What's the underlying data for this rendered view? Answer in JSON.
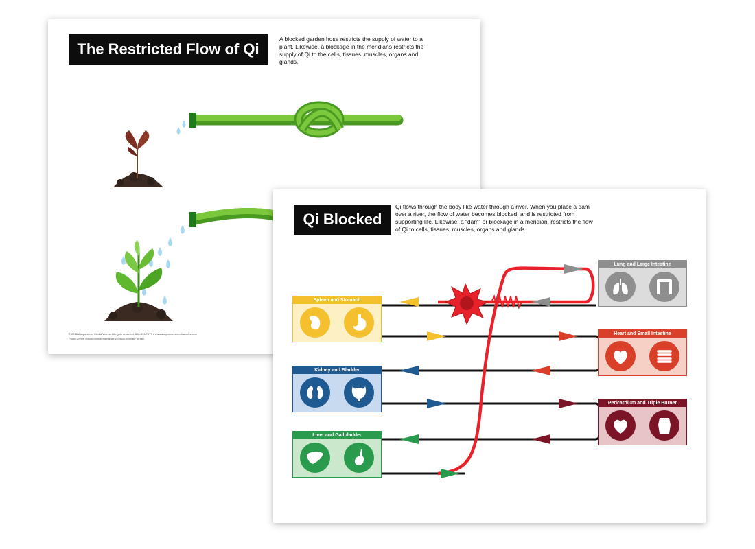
{
  "sheet1": {
    "title": "The Restricted Flow of Qi",
    "description": "A blocked garden hose restricts the supply of water to a plant. Likewise, a blockage in the meridians restricts the supply of Qi to the cells, tissues, muscles, organs and glands.",
    "footer_line1": "© 2018 Acupuncture Media Works. All rights reserved. 866-496-7577 • www.acupuncturemediaworks.com",
    "footer_line2": "Photo Credit: iStock.com/demarfa/ubhy, iStock.com/akFurnish"
  },
  "sheet2": {
    "title": "Qi Blocked",
    "description": "Qi flows through the body like water through a river. When you place a dam over a river, the flow of water becomes blocked, and is restricted from supporting life. Likewise, a “dam” or blockage in a meridian, restricts the flow of Qi to cells, tissues, muscles, organs and glands.",
    "meridians": [
      {
        "label": "Spleen and Stomach",
        "color": "#f5c02e",
        "bg": "#fdf0c4",
        "icons": [
          "spleen-icon",
          "stomach-icon"
        ]
      },
      {
        "label": "Kidney and Bladder",
        "color": "#1f5a92",
        "bg": "#c8daf0",
        "icons": [
          "kidney-icon",
          "bladder-icon"
        ]
      },
      {
        "label": "Liver and Gallbladder",
        "color": "#2a9a4c",
        "bg": "#cbe8cc",
        "icons": [
          "liver-icon",
          "gallbladder-icon"
        ]
      },
      {
        "label": "Lung and Large Intestine",
        "color": "#8e8e8e",
        "bg": "#dcdcdc",
        "icons": [
          "lungs-icon",
          "large-intestine-icon"
        ]
      },
      {
        "label": "Heart and Small Intestine",
        "color": "#d8402a",
        "bg": "#f6cfc5",
        "icons": [
          "heart-icon",
          "small-intestine-icon"
        ]
      },
      {
        "label": "Pericardium and Triple Burner",
        "color": "#7a1426",
        "bg": "#e8c4c8",
        "icons": [
          "pericardium-icon",
          "triple-burner-icon"
        ]
      }
    ],
    "blockage_color": "#e8222a"
  }
}
